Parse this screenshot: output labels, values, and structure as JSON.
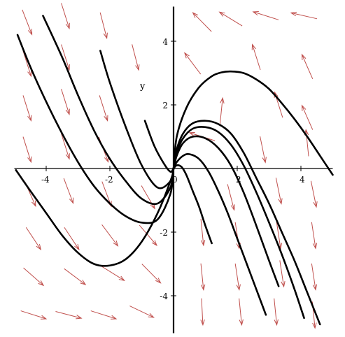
{
  "chart_data": {
    "type": "line",
    "title": "",
    "xlabel": "",
    "ylabel": "y",
    "xlim": [
      -5,
      5
    ],
    "ylim": [
      -5,
      5
    ],
    "grid": false,
    "x_ticks": [
      -4,
      -2,
      0,
      2,
      4
    ],
    "x_tick_labels": [
      "-4",
      "-2",
      "0",
      "2",
      "4"
    ],
    "y_ticks": [
      -4,
      -2,
      2,
      4
    ],
    "y_tick_labels": [
      "-4",
      "-2",
      "2",
      "4"
    ],
    "colors": {
      "curves": "#000000",
      "arrows": "#c0504d",
      "axes": "#000000"
    },
    "direction_field": {
      "color": "#c0504d",
      "arrows": [
        {
          "x": -4.6,
          "y": 4.6,
          "dx": 0.35,
          "dy": -0.9
        },
        {
          "x": -3.4,
          "y": 4.8,
          "dx": 0.3,
          "dy": -0.95
        },
        {
          "x": -2.2,
          "y": 4.5,
          "dx": 0.25,
          "dy": -0.97
        },
        {
          "x": 1.8,
          "y": 4.7,
          "dx": -0.85,
          "dy": 0.52
        },
        {
          "x": 2.9,
          "y": 4.8,
          "dx": -0.95,
          "dy": 0.3
        },
        {
          "x": 4.1,
          "y": 4.8,
          "dx": -0.97,
          "dy": 0.22
        },
        {
          "x": 0.9,
          "y": 4.6,
          "dx": -0.7,
          "dy": 0.71
        },
        {
          "x": -4.6,
          "y": 3.3,
          "dx": 0.3,
          "dy": -0.95
        },
        {
          "x": -3.4,
          "y": 3.5,
          "dx": 0.3,
          "dy": -0.95
        },
        {
          "x": -1.2,
          "y": 3.5,
          "dx": 0.25,
          "dy": -0.97
        },
        {
          "x": 0.6,
          "y": 3.3,
          "dx": -0.6,
          "dy": 0.8
        },
        {
          "x": 2.6,
          "y": 3.5,
          "dx": -0.3,
          "dy": 0.95
        },
        {
          "x": 4.2,
          "y": 3.2,
          "dx": -0.4,
          "dy": 0.91
        },
        {
          "x": -4.6,
          "y": 1.9,
          "dx": 0.3,
          "dy": -0.95
        },
        {
          "x": -3.4,
          "y": 2.1,
          "dx": 0.3,
          "dy": -0.95
        },
        {
          "x": -2.2,
          "y": 1.9,
          "dx": 0.3,
          "dy": -0.95
        },
        {
          "x": 1.5,
          "y": 1.8,
          "dx": 0.1,
          "dy": 0.99
        },
        {
          "x": 3.3,
          "y": 2.0,
          "dx": -0.3,
          "dy": 0.95
        },
        {
          "x": 4.2,
          "y": 1.6,
          "dx": -0.4,
          "dy": 0.91
        },
        {
          "x": -4.6,
          "y": 0.6,
          "dx": 0.3,
          "dy": -0.95
        },
        {
          "x": -3.4,
          "y": 0.7,
          "dx": 0.3,
          "dy": -0.95
        },
        {
          "x": -2.2,
          "y": 0.6,
          "dx": 0.35,
          "dy": -0.93
        },
        {
          "x": 0.9,
          "y": 1.0,
          "dx": -0.95,
          "dy": 0.3
        },
        {
          "x": 2.8,
          "y": 0.6,
          "dx": 0.2,
          "dy": -0.98
        },
        {
          "x": 4.2,
          "y": 0.8,
          "dx": -0.1,
          "dy": 0.99
        },
        {
          "x": -4.5,
          "y": -0.8,
          "dx": 0.4,
          "dy": -0.91
        },
        {
          "x": -3.3,
          "y": -0.7,
          "dx": 0.35,
          "dy": -0.93
        },
        {
          "x": -2.1,
          "y": -0.8,
          "dx": 0.35,
          "dy": -0.93
        },
        {
          "x": -0.8,
          "y": -0.9,
          "dx": 0.5,
          "dy": -0.86
        },
        {
          "x": 1.8,
          "y": -0.9,
          "dx": 0.25,
          "dy": -0.97
        },
        {
          "x": 3.3,
          "y": -0.7,
          "dx": 0.2,
          "dy": -0.98
        },
        {
          "x": 4.4,
          "y": -0.8,
          "dx": 0.2,
          "dy": -0.98
        },
        {
          "x": -4.4,
          "y": -2.2,
          "dx": 0.55,
          "dy": -0.83
        },
        {
          "x": -3.2,
          "y": -2.2,
          "dx": 0.55,
          "dy": -0.83
        },
        {
          "x": -2.0,
          "y": -2.1,
          "dx": 0.6,
          "dy": -0.8
        },
        {
          "x": -0.8,
          "y": -2.1,
          "dx": 0.65,
          "dy": -0.76
        },
        {
          "x": 0.9,
          "y": -2.0,
          "dx": 0.1,
          "dy": -0.99
        },
        {
          "x": 2.0,
          "y": -2.1,
          "dx": 0.15,
          "dy": -0.99
        },
        {
          "x": 3.3,
          "y": -2.1,
          "dx": 0.15,
          "dy": -0.99
        },
        {
          "x": 4.4,
          "y": -2.1,
          "dx": 0.15,
          "dy": -0.99
        },
        {
          "x": -4.4,
          "y": -3.4,
          "dx": 0.75,
          "dy": -0.66
        },
        {
          "x": -3.1,
          "y": -3.4,
          "dx": 0.8,
          "dy": -0.6
        },
        {
          "x": -1.9,
          "y": -3.3,
          "dx": 0.85,
          "dy": -0.53
        },
        {
          "x": -0.7,
          "y": -3.3,
          "dx": 0.7,
          "dy": -0.71
        },
        {
          "x": 0.9,
          "y": -3.4,
          "dx": 0.1,
          "dy": -0.99
        },
        {
          "x": 2.0,
          "y": -3.4,
          "dx": 0.15,
          "dy": -0.99
        },
        {
          "x": 3.4,
          "y": -3.3,
          "dx": 0.15,
          "dy": -0.99
        },
        {
          "x": 4.4,
          "y": -3.4,
          "dx": 0.15,
          "dy": -0.99
        },
        {
          "x": -4.4,
          "y": -4.6,
          "dx": 0.95,
          "dy": -0.3
        },
        {
          "x": -3.3,
          "y": -4.6,
          "dx": 0.96,
          "dy": -0.25
        },
        {
          "x": -2.2,
          "y": -4.6,
          "dx": 0.95,
          "dy": -0.3
        },
        {
          "x": -1.0,
          "y": -4.5,
          "dx": 0.9,
          "dy": -0.43
        },
        {
          "x": 0.9,
          "y": -4.5,
          "dx": 0.05,
          "dy": -0.99
        },
        {
          "x": 2.1,
          "y": -4.5,
          "dx": 0.1,
          "dy": -0.99
        },
        {
          "x": 3.2,
          "y": -4.5,
          "dx": 0.1,
          "dy": -0.99
        },
        {
          "x": 4.4,
          "y": -4.6,
          "dx": 0.1,
          "dy": -0.99
        }
      ]
    },
    "series": [
      {
        "x": [
          -4.95,
          -4.5,
          -4.0,
          -3.5,
          -3.0,
          -2.5,
          -2.0,
          -1.5,
          -1.0,
          -0.5,
          -0.1,
          0.0,
          0.1,
          0.4,
          0.8,
          1.2,
          1.5,
          1.8,
          2.2,
          2.6,
          3.0,
          3.4,
          3.8,
          4.2,
          4.6,
          5.0
        ],
        "y": [
          -0.05,
          -0.7,
          -1.4,
          -2.1,
          -2.65,
          -3.0,
          -3.05,
          -2.85,
          -2.3,
          -1.4,
          -0.4,
          0.0,
          1.0,
          1.9,
          2.55,
          2.9,
          3.02,
          3.05,
          3.0,
          2.8,
          2.5,
          2.05,
          1.55,
          1.0,
          0.4,
          -0.2
        ]
      },
      {
        "x": [
          -4.9,
          -4.5,
          -4.0,
          -3.5,
          -3.0,
          -2.5,
          -2.0,
          -1.5,
          -1.0,
          -0.5,
          -0.1,
          0.0,
          0.1,
          0.3,
          0.6,
          1.0,
          1.4,
          1.8,
          2.2,
          2.6,
          3.0,
          3.4,
          3.8,
          4.2,
          4.6
        ],
        "y": [
          4.2,
          3.2,
          2.1,
          1.1,
          0.2,
          -0.55,
          -1.1,
          -1.5,
          -1.7,
          -1.6,
          -0.8,
          0.0,
          0.6,
          1.1,
          1.42,
          1.5,
          1.4,
          1.1,
          0.5,
          -0.3,
          -1.1,
          -2.0,
          -2.9,
          -3.9,
          -4.9
        ]
      },
      {
        "x": [
          -4.1,
          -3.5,
          -3.0,
          -2.5,
          -2.0,
          -1.5,
          -1.0,
          -0.5,
          -0.1,
          0.0,
          0.1,
          0.3,
          0.6,
          1.0,
          1.4,
          1.8,
          2.2,
          2.6,
          3.0,
          3.4,
          3.8,
          4.1
        ],
        "y": [
          4.8,
          3.5,
          2.3,
          1.2,
          0.3,
          -0.4,
          -0.95,
          -1.1,
          -0.6,
          0.0,
          0.5,
          0.95,
          1.25,
          1.3,
          1.15,
          0.75,
          0.1,
          -0.75,
          -1.7,
          -2.7,
          -3.8,
          -4.7
        ]
      },
      {
        "x": [
          -2.3,
          -2.0,
          -1.5,
          -1.0,
          -0.5,
          -0.1,
          0.0,
          0.1,
          0.3,
          0.6,
          1.0,
          1.4,
          1.8,
          2.2,
          2.6,
          3.0,
          3.3
        ],
        "y": [
          3.7,
          2.7,
          1.3,
          0.1,
          -0.6,
          -0.4,
          0.0,
          0.4,
          0.8,
          1.0,
          0.95,
          0.65,
          0.1,
          -0.75,
          -1.8,
          -2.9,
          -3.7
        ]
      },
      {
        "x": [
          -0.9,
          -0.6,
          -0.3,
          -0.1,
          0.0,
          0.1,
          0.3,
          0.5,
          0.8,
          1.1,
          1.4,
          1.7,
          2.0,
          2.3,
          2.6,
          2.9
        ],
        "y": [
          1.5,
          0.7,
          0.15,
          -0.1,
          0.0,
          0.2,
          0.4,
          0.45,
          0.3,
          -0.1,
          -0.7,
          -1.4,
          -2.2,
          -3.0,
          -3.8,
          -4.6
        ]
      },
      {
        "x": [
          0.0,
          0.1,
          0.25,
          0.4,
          0.6,
          0.8,
          1.0,
          1.2
        ],
        "y": [
          0.0,
          0.1,
          0.05,
          -0.2,
          -0.7,
          -1.2,
          -1.8,
          -2.35
        ]
      }
    ]
  }
}
